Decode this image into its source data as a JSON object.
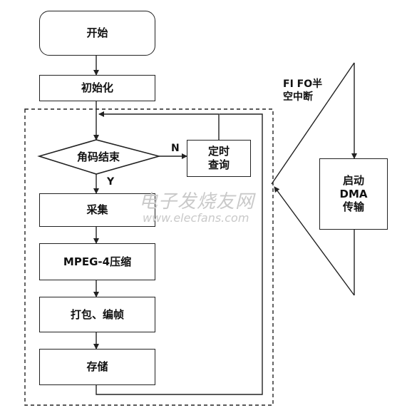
{
  "flowchart": {
    "start": "开始",
    "init": "初始化",
    "decision": "角码结束",
    "no_label": "N",
    "yes_label": "Y",
    "timer_query": "定时\n查询",
    "collect": "采集",
    "compress": "MPEG-4压缩",
    "pack": "打包、编帧",
    "store": "存储",
    "fifo_interrupt": "FI FO半\n空中断",
    "dma": "启动\nDMA\n传输"
  },
  "watermark": {
    "text": "电子发烧友网",
    "url": "www.elecfans.com"
  }
}
